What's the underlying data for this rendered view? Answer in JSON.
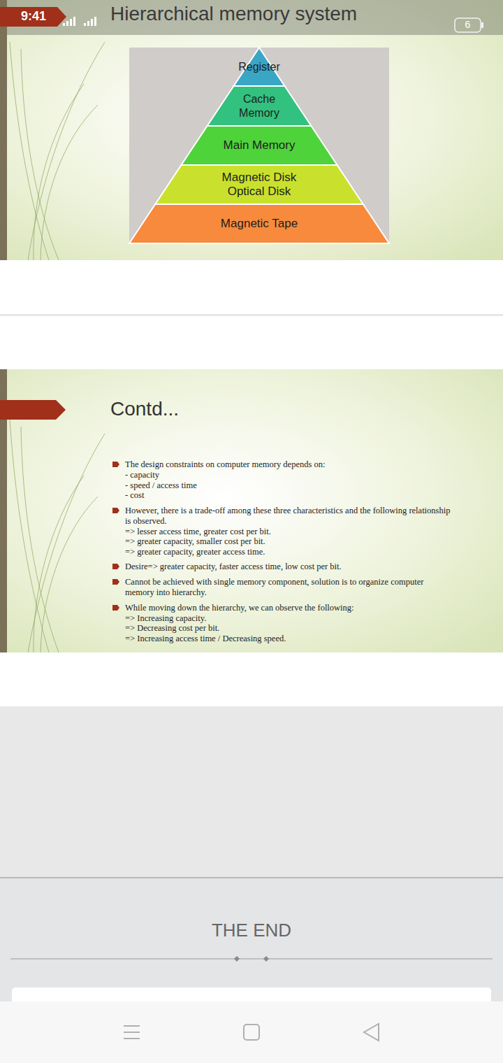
{
  "diagram": {
    "title": "Hierarchical memory system",
    "nodes": [
      {
        "text": [
          "Register"
        ]
      },
      {
        "text": [
          "Cache Memory"
        ]
      },
      {
        "text": [
          "Main Memory"
        ]
      },
      {
        "text": [
          "Magnetic Disk Optical Disk"
        ]
      },
      {
        "text": [
          "Magnetic Tape"
        ]
      }
    ],
    "labels": [
      "9:41",
      "6",
      "Contd...",
      "The design constraints on computer memory depends on:",
      "- capacity",
      "- speed / access time",
      "- cost",
      "However, there is a trade-off among these three characteristics and the following relationship is observed.",
      "=> lesser access time, greater cost per bit.",
      "=> greater capacity, smaller cost per bit.",
      "=> greater capacity, greater access time.",
      "Desire=> greater capacity, faster access time, low cost per bit.",
      "Cannot be achieved with single memory component, solution is to organize computer memory into hierarchy.",
      "While moving down the hierarchy, we can observe the following:",
      "=> Increasing capacity.",
      "=> Decreasing cost per bit.",
      "=> Increasing access time / Decreasing speed.",
      "THE END"
    ]
  }
}
